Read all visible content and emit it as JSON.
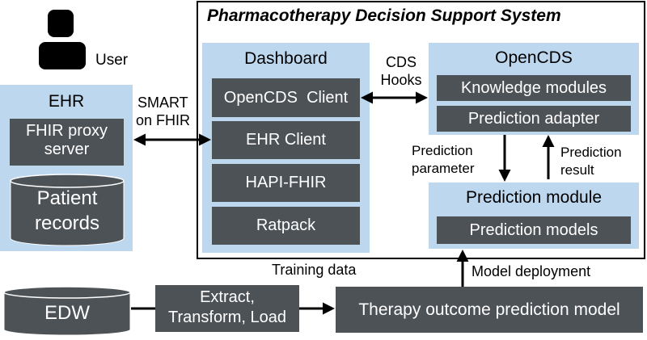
{
  "user": {
    "label": "User",
    "icon": "user-icon"
  },
  "pdss": {
    "title": "Pharmacotherapy Decision Support System"
  },
  "dashboard": {
    "title": "Dashboard",
    "components": [
      "OpenCDS  Client",
      "EHR Client",
      "HAPI-FHIR",
      "Ratpack"
    ]
  },
  "opencds": {
    "title": "OpenCDS",
    "components": [
      "Knowledge modules",
      "Prediction adapter"
    ]
  },
  "prediction_module": {
    "title": "Prediction module",
    "components": [
      "Prediction models"
    ]
  },
  "ehr": {
    "title": "EHR",
    "proxy_line1": "FHIR proxy",
    "proxy_line2": "server",
    "records_line1": "Patient",
    "records_line2": "records"
  },
  "edw": {
    "label": "EDW"
  },
  "etl": {
    "line1": "Extract,",
    "line2": "Transform, Load"
  },
  "therapy_model": {
    "label": "Therapy outcome prediction model"
  },
  "edge_labels": {
    "smart_line1": "SMART",
    "smart_line2": "on FHIR",
    "cds_line1": "CDS",
    "cds_line2": "Hooks",
    "param_line1": "Prediction",
    "param_line2": "parameter",
    "result_line1": "Prediction",
    "result_line2": "result",
    "training": "Training data",
    "deployment": "Model deployment"
  },
  "colors": {
    "light_blue": "#bdd7ee",
    "dark_box": "#4d5257",
    "text_on_dark": "#ffffff"
  }
}
